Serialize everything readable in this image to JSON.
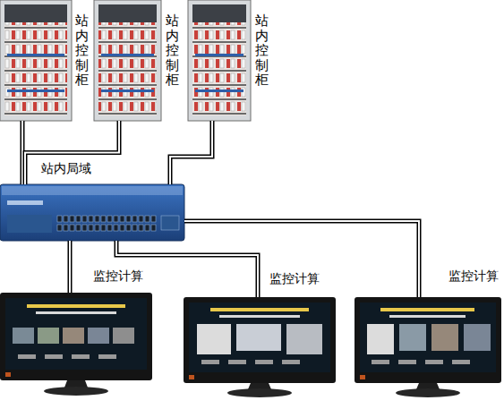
{
  "diagram": {
    "nodes": [
      {
        "text": [
          "站内控制柜"
        ]
      },
      {
        "text": [
          "站内控制柜"
        ]
      },
      {
        "text": [
          "站内控制柜"
        ]
      },
      {
        "text": [
          "站内局域"
        ]
      },
      {
        "text": [
          "监控计算"
        ]
      },
      {
        "text": [
          "监控计算"
        ]
      },
      {
        "text": [
          "监控计算"
        ]
      }
    ],
    "edges": [
      {
        "from": 0,
        "to": 3,
        "arrow": "none"
      },
      {
        "from": 1,
        "to": 3,
        "arrow": "none"
      },
      {
        "from": 2,
        "to": 3,
        "arrow": "none"
      },
      {
        "from": 3,
        "to": 4,
        "arrow": "none"
      },
      {
        "from": 3,
        "to": 5,
        "arrow": "none"
      },
      {
        "from": 3,
        "to": 6,
        "arrow": "none"
      }
    ]
  }
}
